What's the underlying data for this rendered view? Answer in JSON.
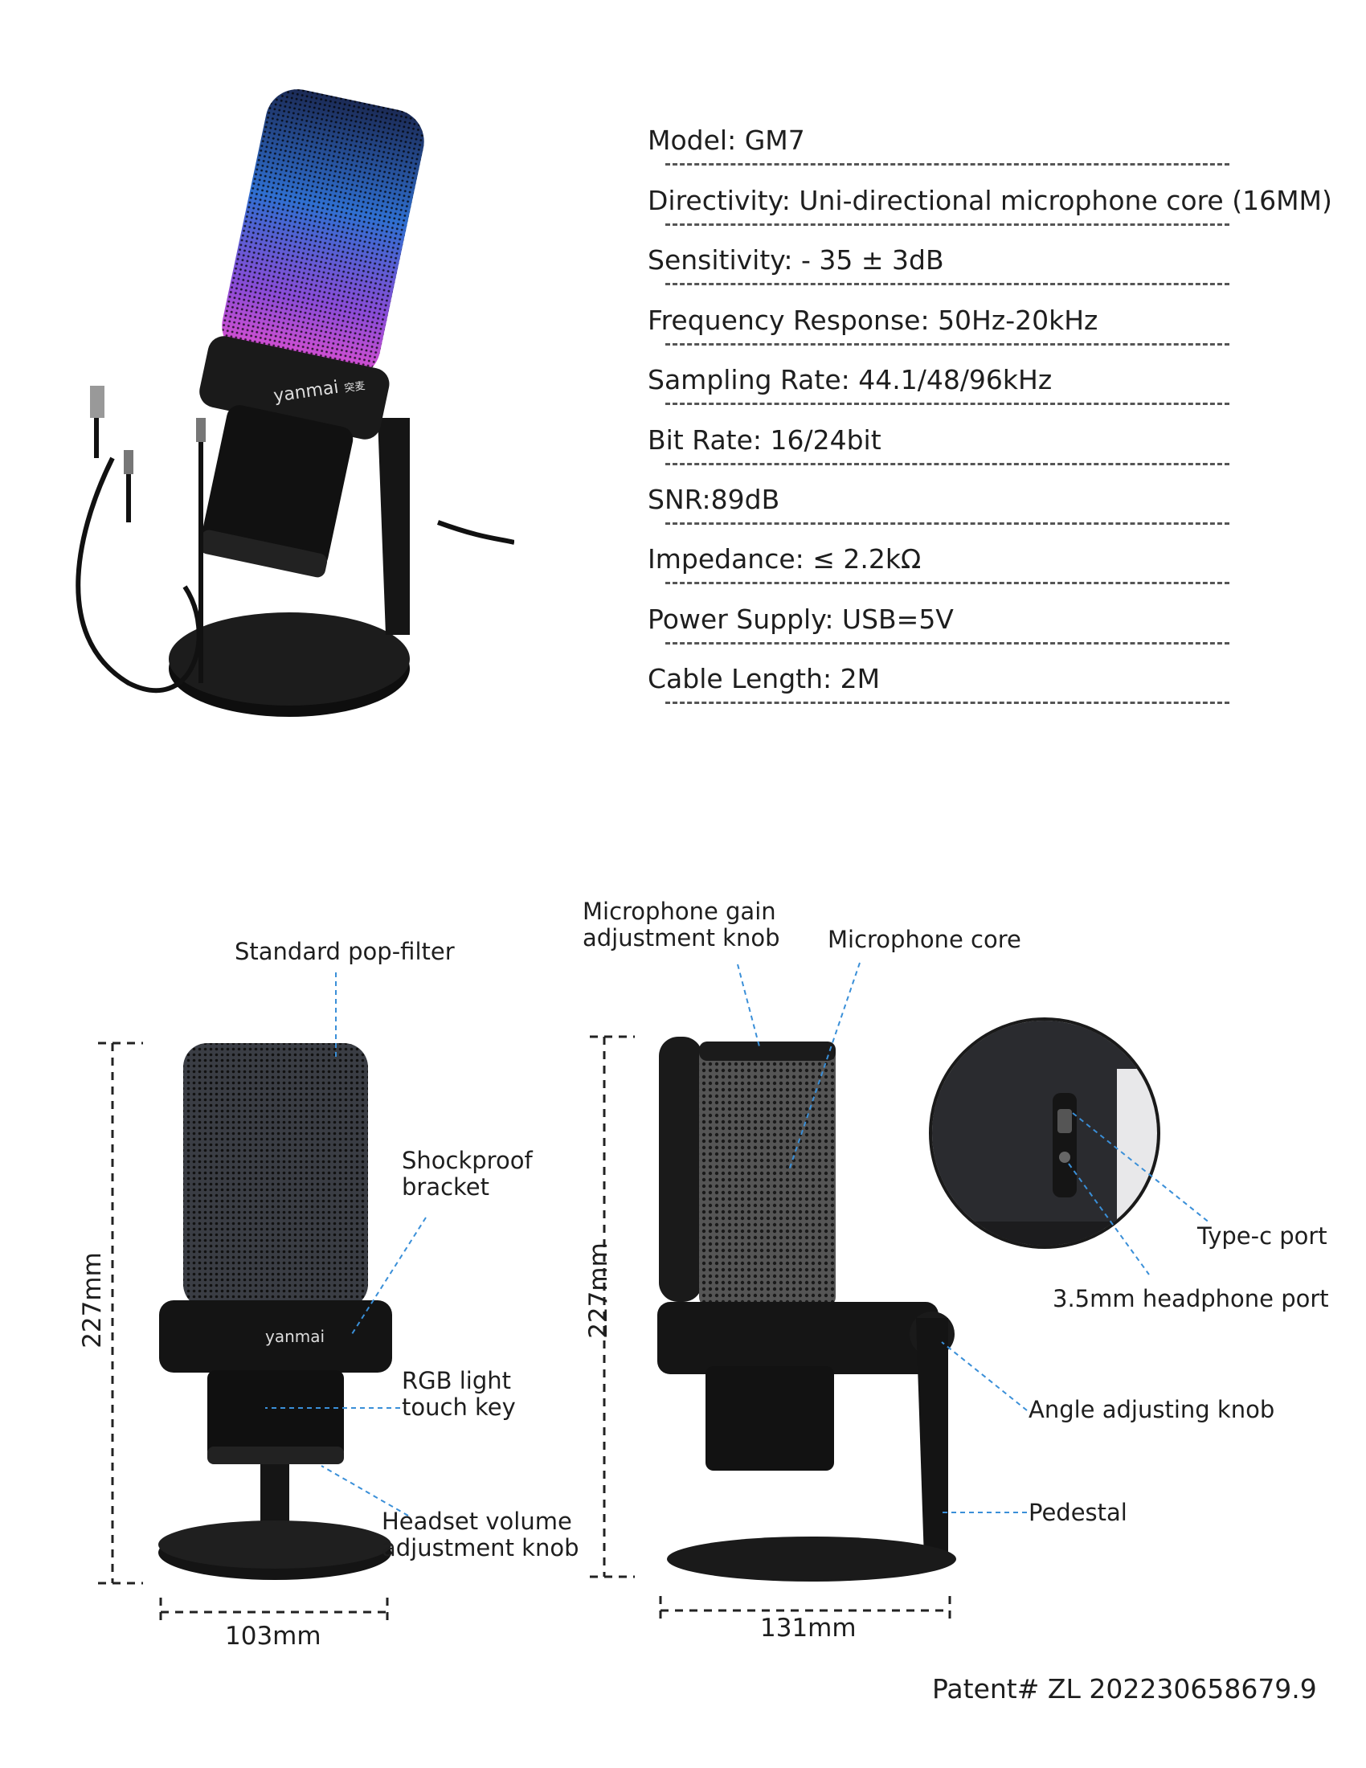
{
  "specs": [
    {
      "text": "Model:  GM7"
    },
    {
      "text": "Directivity: Uni-directional microphone core (16MM)"
    },
    {
      "text": "Sensitivity: - 35 ± 3dB"
    },
    {
      "text": "Frequency Response: 50Hz-20kHz"
    },
    {
      "text": "Sampling Rate: 44.1/48/96kHz"
    },
    {
      "text": "Bit Rate: 16/24bit"
    },
    {
      "text": "SNR:89dB"
    },
    {
      "text": "Impedance: ≤ 2.2kΩ"
    },
    {
      "text": "Power Supply: USB=5V"
    },
    {
      "text": "Cable Length: 2M"
    }
  ],
  "brand": {
    "logo_text": "yanmai",
    "logo_sub": "突麦"
  },
  "callouts": {
    "pop_filter": "Standard pop-filter",
    "shockproof_1": "Shockproof",
    "shockproof_2": "bracket",
    "rgb_1": "RGB light",
    "rgb_2": "touch key",
    "headset_1": "Headset volume",
    "headset_2": "adjustment knob",
    "gain_1": "Microphone gain",
    "gain_2": "adjustment knob",
    "core": "Microphone core",
    "typec": "Type-c port",
    "headphone": "3.5mm headphone port",
    "angle": "Angle adjusting knob",
    "pedestal": "Pedestal"
  },
  "dimensions": {
    "front_height": "227mm",
    "front_width": "103mm",
    "side_height": "227mm",
    "side_width": "131mm"
  },
  "patent": "Patent# ZL 202230658679.9",
  "colors": {
    "accent_line": "#3a8fd8",
    "product_black": "#121212",
    "text": "#1e1e1e"
  }
}
